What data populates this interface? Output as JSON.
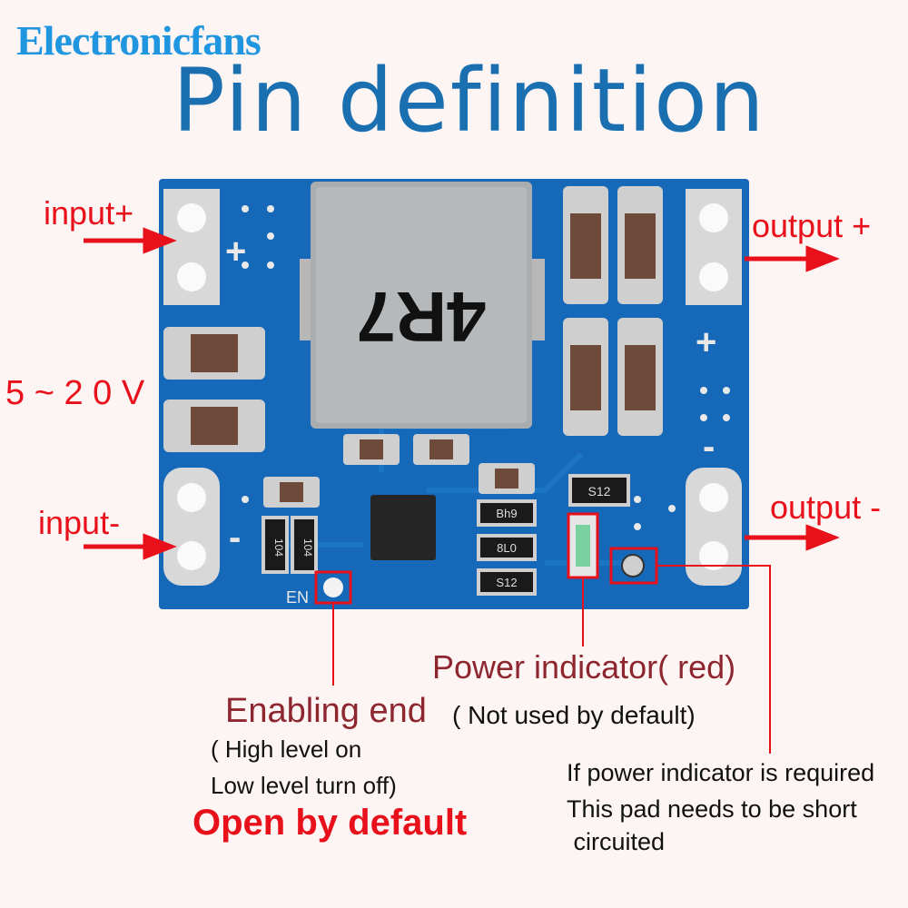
{
  "brand": "Electronicfans",
  "title": "Pin definition",
  "pins": {
    "input_plus": "input+",
    "input_minus": "input-",
    "voltage": "5 ~ 2 0 V",
    "output_plus": "output +",
    "output_minus": "output -"
  },
  "board": {
    "inductor_marking": "4R7",
    "plus_sign": "+",
    "minus_sign": "-",
    "en_label": "EN",
    "chip_codes": [
      "S12",
      "Bh9",
      "8L0",
      "S12",
      "104",
      "104"
    ]
  },
  "annotations": {
    "enable_title": "Enabling end",
    "enable_line1": "( High level on",
    "enable_line2": "Low level turn off)",
    "enable_default": "Open by default",
    "power_title": "Power indicator( red)",
    "power_sub": "( Not used by default)",
    "pad_line1": "If power indicator is required",
    "pad_line2": "This pad needs to be short",
    "pad_line3": " circuited"
  },
  "colors": {
    "brand": "#2196e0",
    "title": "#1a6fb0",
    "board": "#1668b8",
    "arrow": "#e8101a",
    "annotation_title": "#8e2630"
  }
}
